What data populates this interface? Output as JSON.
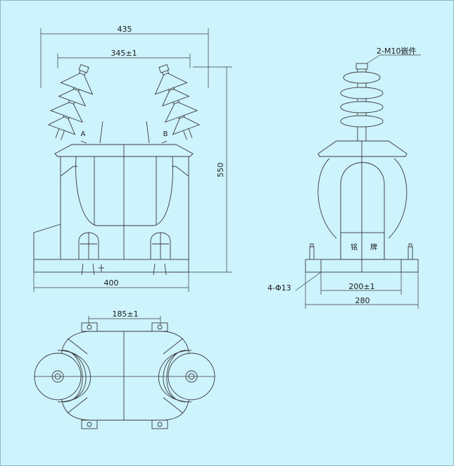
{
  "front_view": {
    "dim_total_width": "435",
    "dim_terminal_spacing": "345±1",
    "dim_height": "550",
    "dim_base_width": "400",
    "bushing_left_label": "A",
    "bushing_right_label": "B"
  },
  "side_view": {
    "callout_terminal": "2-M10嵌件",
    "callout_holes": "4-Φ13",
    "dim_mount_spacing": "200±1",
    "dim_base_width": "280",
    "nameplate_char_1": "铭",
    "nameplate_char_2": "牌"
  },
  "top_view": {
    "dim_mount_spacing": "185±1"
  },
  "colors": {
    "background": "#cdf3fd",
    "line": "#3a3a3a",
    "frame": "#8fb9c6"
  }
}
